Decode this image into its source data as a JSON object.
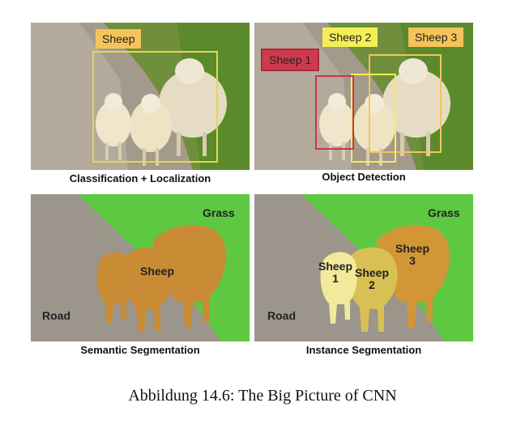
{
  "panels": {
    "classification": {
      "caption": "Classification + Localization",
      "labels": [
        "Sheep"
      ]
    },
    "detection": {
      "caption": "Object Detection",
      "labels": [
        "Sheep 1",
        "Sheep 2",
        "Sheep 3"
      ]
    },
    "semantic": {
      "caption": "Semantic Segmentation",
      "grass": "Grass",
      "road": "Road",
      "sheep": "Sheep"
    },
    "instance": {
      "caption": "Instance Segmentation",
      "grass": "Grass",
      "road": "Road",
      "sheep": [
        {
          "name": "Sheep",
          "num": "1"
        },
        {
          "name": "Sheep",
          "num": "2"
        },
        {
          "name": "Sheep",
          "num": "3"
        }
      ]
    }
  },
  "figure_caption": "Abbildung 14.6: The Big Picture of CNN",
  "colors": {
    "grass": "#5fc842",
    "road": "#9c958c",
    "sheep_semantic": "#c98b34",
    "sheep1": "#f1ea9a",
    "sheep2": "#d8c054",
    "sheep3": "#d29636",
    "box_yellow": "#e8d64a",
    "box_red": "#c7374b",
    "label_orange": "#f5c35a",
    "label_yellow": "#f4ef55",
    "label_red": "#cf3a4e"
  }
}
